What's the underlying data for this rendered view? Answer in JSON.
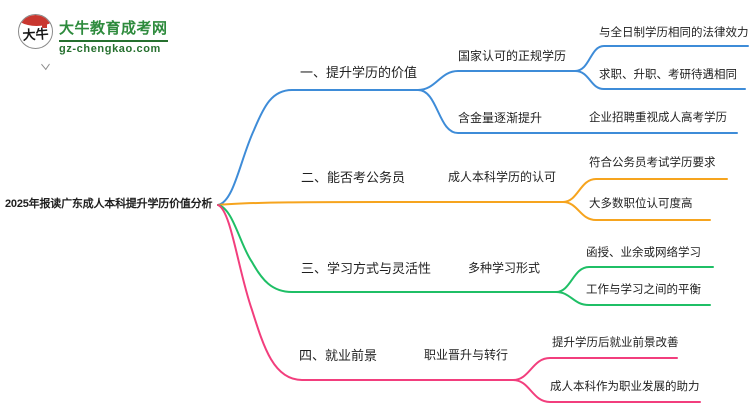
{
  "logo": {
    "icon_text": "大牛",
    "title": "大牛教育成考网",
    "url": "gz-chengkao.com"
  },
  "colors": {
    "blue": "#3E8CD8",
    "orange": "#F6A41E",
    "green": "#1FBF66",
    "pink": "#F23E7D",
    "logo_green": "#2e8b3d",
    "text": "#1f1f1f"
  },
  "root": {
    "title": "2025年报读广东成人本科提升学历价值分析"
  },
  "branches": [
    {
      "label": "一、提升学历的价值",
      "color": "#3E8CD8",
      "nodes": [
        {
          "label": "国家认可的正规学历",
          "leaves": [
            "与全日制学历相同的法律效力",
            "求职、升职、考研待遇相同"
          ]
        },
        {
          "label": "含金量逐渐提升",
          "leaves": [
            "企业招聘重视成人高考学历"
          ]
        }
      ]
    },
    {
      "label": "二、能否考公务员",
      "color": "#F6A41E",
      "nodes": [
        {
          "label": "成人本科学历的认可",
          "leaves": [
            "符合公务员考试学历要求",
            "大多数职位认可度高"
          ]
        }
      ]
    },
    {
      "label": "三、学习方式与灵活性",
      "color": "#1FBF66",
      "nodes": [
        {
          "label": "多种学习形式",
          "leaves": [
            "函授、业余或网络学习",
            "工作与学习之间的平衡"
          ]
        }
      ]
    },
    {
      "label": "四、就业前景",
      "color": "#F23E7D",
      "nodes": [
        {
          "label": "职业晋升与转行",
          "leaves": [
            "提升学历后就业前景改善",
            "成人本科作为职业发展的助力"
          ]
        }
      ]
    }
  ]
}
